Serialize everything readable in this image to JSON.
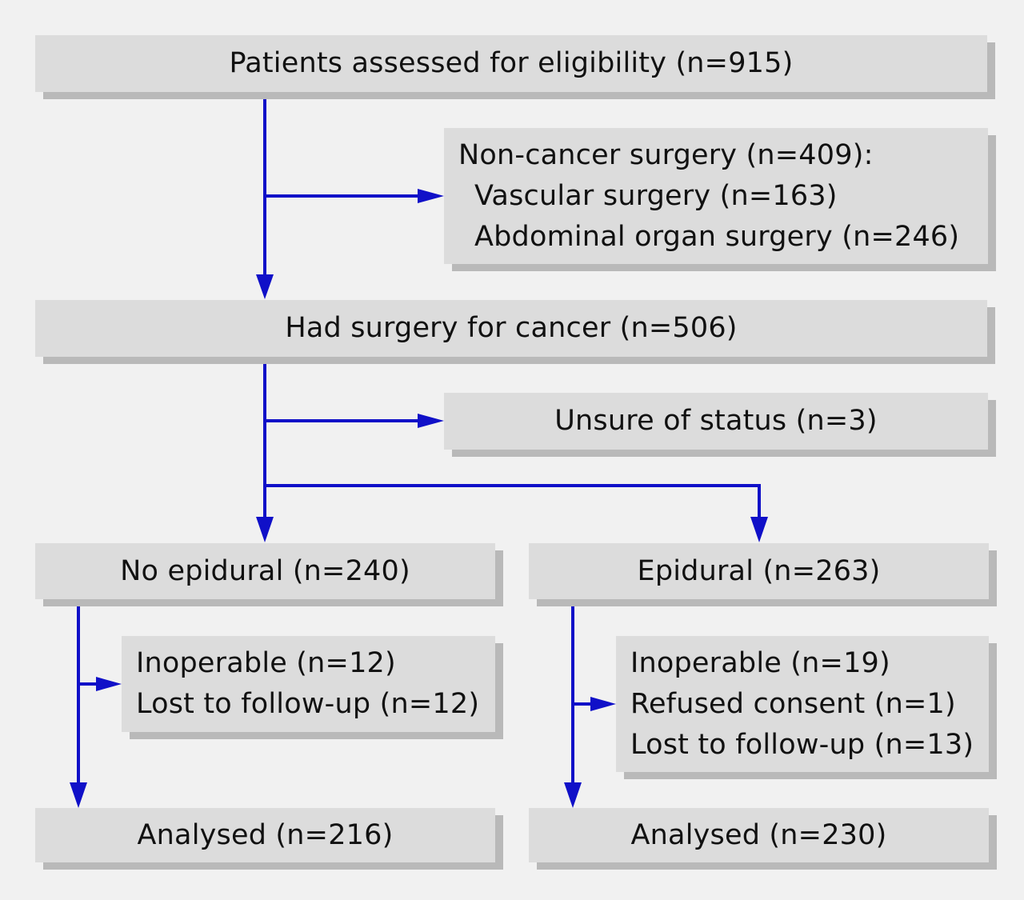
{
  "boxes": {
    "assessed": "Patients assessed for eligibility (n=915)",
    "non_cancer": {
      "heading": "Non-cancer surgery (n=409):",
      "items": [
        "Vascular surgery (n=163)",
        "Abdominal organ surgery (n=246)"
      ]
    },
    "cancer": "Had surgery for cancer (n=506)",
    "unsure": "Unsure of status (n=3)",
    "no_epidural": "No epidural (n=240)",
    "epidural": "Epidural (n=263)",
    "no_epidural_excluded": [
      "Inoperable (n=12)",
      "Lost to follow-up (n=12)"
    ],
    "epidural_excluded": [
      "Inoperable (n=19)",
      "Refused consent (n=1)",
      "Lost to follow-up (n=13)"
    ],
    "analysed_no_epidural": "Analysed (n=216)",
    "analysed_epidural": "Analysed (n=230)"
  },
  "colors": {
    "arrow": "#1010c8",
    "box_fill": "#dcdcdc",
    "box_shadow": "#b9b9b9",
    "background": "#f1f1f1"
  }
}
